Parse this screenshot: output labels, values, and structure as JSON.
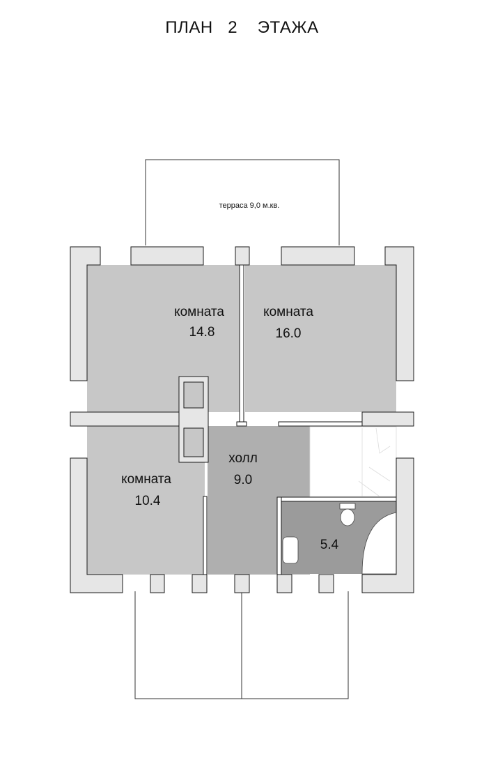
{
  "title": "ПЛАН   2    ЭТАЖА",
  "terrace": {
    "label": "терраса 9,0 м.кв."
  },
  "rooms": {
    "room_top_left": {
      "name": "комната",
      "area": "14.8"
    },
    "room_top_right": {
      "name": "комната",
      "area": "16.0"
    },
    "room_bottom_left": {
      "name": "комната",
      "area": "10.4"
    },
    "hall": {
      "name": "холл",
      "area": "9.0"
    },
    "bathroom": {
      "area": "5.4"
    }
  },
  "colors": {
    "room_fill": "#c7c7c7",
    "hall_fill": "#afafaf",
    "bath_fill": "#9b9b9b",
    "wall_fill": "#e6e6e6",
    "wall_stroke": "#1a1a1a"
  }
}
